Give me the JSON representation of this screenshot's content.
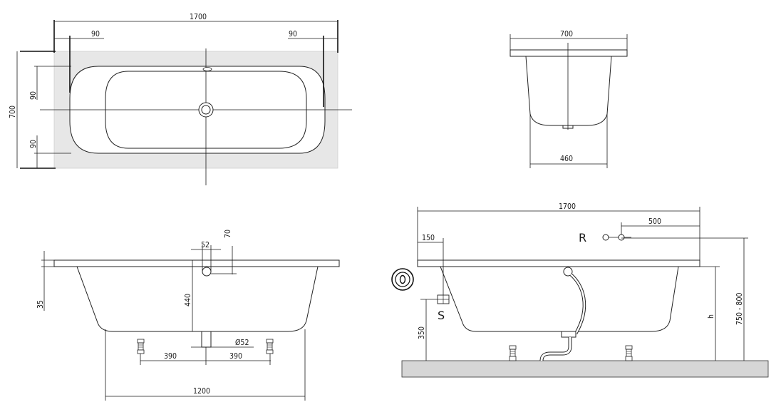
{
  "top_view": {
    "length": "1700",
    "width": "700",
    "rim_left": "90",
    "rim_right": "90",
    "rim_top": "90",
    "rim_bottom": "90"
  },
  "end_view": {
    "top_width": "700",
    "bottom_width": "460"
  },
  "front_view": {
    "offset_52": "52",
    "offset_70": "70",
    "depth_440": "440",
    "rim_35": "35",
    "drain_diameter": "Ø52",
    "foot_left": "390",
    "foot_right": "390",
    "base_length": "1200"
  },
  "install_view": {
    "length": "1700",
    "distance_500": "500",
    "distance_150": "150",
    "height_350": "350",
    "height_h": "h",
    "height_range": "750 - 800",
    "label_r": "R",
    "label_s": "S"
  }
}
